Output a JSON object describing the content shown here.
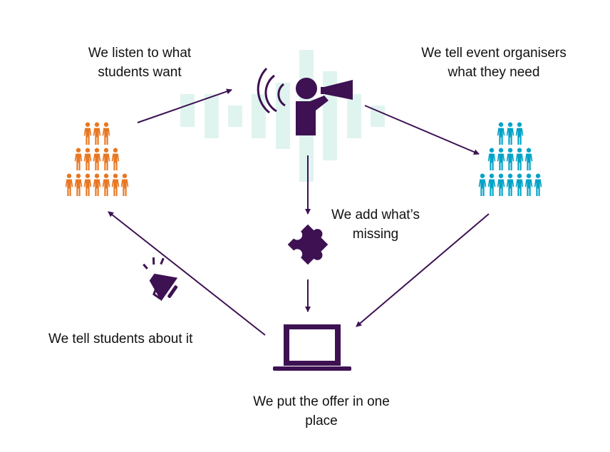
{
  "colors": {
    "primary": "#3d1152",
    "students": "#e87722",
    "organisers": "#00a3c7",
    "bars": "#e0f4ef"
  },
  "steps": {
    "listen": [
      "We listen to what",
      "students want"
    ],
    "tell_organisers": [
      "We tell event organisers",
      "what they need"
    ],
    "add": [
      "We add what’s",
      "missing"
    ],
    "offer": [
      "We put the offer in one",
      "place"
    ],
    "tell_students": [
      "We tell students about it"
    ]
  }
}
